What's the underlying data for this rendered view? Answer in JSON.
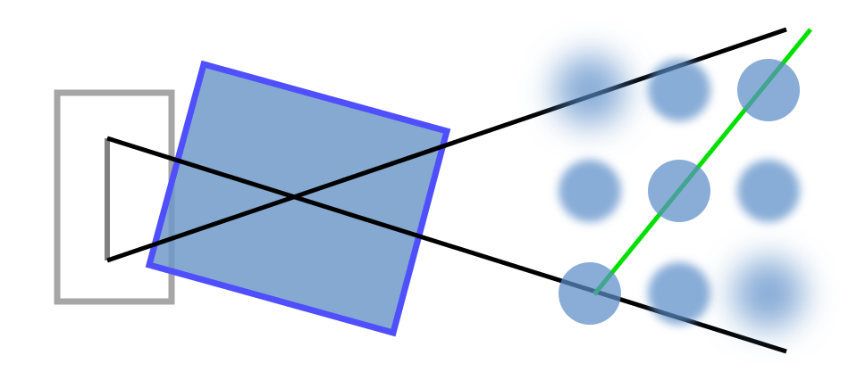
{
  "colors": {
    "background": "#ffffff",
    "frame": "#a6a6a6",
    "sensor": "#808080",
    "lens_fill": "#6e98c8",
    "lens_stroke": "#4f4fff",
    "rays": "#000000",
    "focal_plane": "#00e000",
    "dots": "#5b8ec8"
  },
  "dots": [
    {
      "row": 1,
      "col": 1,
      "blur": 3
    },
    {
      "row": 1,
      "col": 2,
      "blur": 1
    },
    {
      "row": 1,
      "col": 3,
      "blur": 0
    },
    {
      "row": 2,
      "col": 1,
      "blur": 1
    },
    {
      "row": 2,
      "col": 2,
      "blur": 0
    },
    {
      "row": 2,
      "col": 3,
      "blur": 1
    },
    {
      "row": 3,
      "col": 1,
      "blur": 0
    },
    {
      "row": 3,
      "col": 2,
      "blur": 1
    },
    {
      "row": 3,
      "col": 3,
      "blur": 3
    }
  ]
}
